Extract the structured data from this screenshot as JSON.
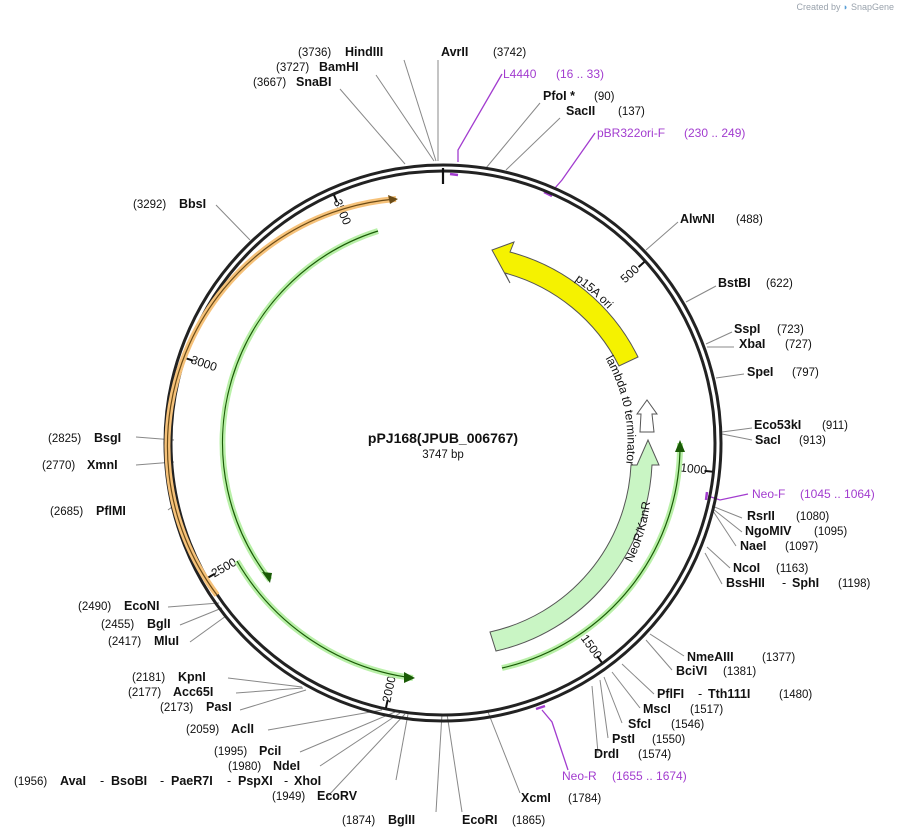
{
  "brand": {
    "prefix": "Created by",
    "name": "SnapGene"
  },
  "plasmid": {
    "name": "pPJ168(JPUB_006767)",
    "size_label": "3747 bp",
    "length": 3747
  },
  "colors": {
    "primer": "#a23ccf",
    "p15a": "#f5f200",
    "neo": "#c9f5c4",
    "amp": "#f6c27a",
    "green_track": "#b9f0a8",
    "terminator": "#ffffff"
  },
  "ticks": [
    {
      "bp": 500,
      "label": "500"
    },
    {
      "bp": 1000,
      "label": "1000"
    },
    {
      "bp": 1500,
      "label": "1500"
    },
    {
      "bp": 2000,
      "label": "2000"
    },
    {
      "bp": 2500,
      "label": "2500"
    },
    {
      "bp": 3000,
      "label": "3000"
    },
    {
      "bp": 3500,
      "label": "3500"
    }
  ],
  "features": [
    {
      "name": "p15A ori",
      "icon": "origin-arrow"
    },
    {
      "name": "lambda t0 terminator",
      "icon": "terminator-arrow"
    },
    {
      "name": "NeoR/KanR",
      "icon": "cds-arrow"
    }
  ],
  "sites": [
    {
      "name": "HindIII",
      "pos": "(3736)"
    },
    {
      "name": "AvrII",
      "pos": "(3742)"
    },
    {
      "name": "BamHI",
      "pos": "(3727)"
    },
    {
      "name": "SnaBI",
      "pos": "(3667)"
    },
    {
      "name": "PfoI *",
      "pos": "(90)"
    },
    {
      "name": "SacII",
      "pos": "(137)"
    },
    {
      "name": "AlwNI",
      "pos": "(488)"
    },
    {
      "name": "BstBI",
      "pos": "(622)"
    },
    {
      "name": "SspI",
      "pos": "(723)"
    },
    {
      "name": "XbaI",
      "pos": "(727)"
    },
    {
      "name": "SpeI",
      "pos": "(797)"
    },
    {
      "name": "Eco53kI",
      "pos": "(911)"
    },
    {
      "name": "SacI",
      "pos": "(913)"
    },
    {
      "name": "RsrII",
      "pos": "(1080)"
    },
    {
      "name": "NgoMIV",
      "pos": "(1095)"
    },
    {
      "name": "NaeI",
      "pos": "(1097)"
    },
    {
      "name": "NcoI",
      "pos": "(1163)"
    },
    {
      "name": "BssHII",
      "pos": ""
    },
    {
      "name": "SphI",
      "pos": "(1198)"
    },
    {
      "name": "NmeAIII",
      "pos": "(1377)"
    },
    {
      "name": "BciVI",
      "pos": "(1381)"
    },
    {
      "name": "PflFI",
      "pos": ""
    },
    {
      "name": "Tth111I",
      "pos": "(1480)"
    },
    {
      "name": "MscI",
      "pos": "(1517)"
    },
    {
      "name": "SfcI",
      "pos": "(1546)"
    },
    {
      "name": "PstI",
      "pos": "(1550)"
    },
    {
      "name": "DrdI",
      "pos": "(1574)"
    },
    {
      "name": "XcmI",
      "pos": "(1784)"
    },
    {
      "name": "EcoRI",
      "pos": "(1865)"
    },
    {
      "name": "BglII",
      "pos": "(1874)"
    },
    {
      "name": "EcoRV",
      "pos": "(1949)"
    },
    {
      "name": "AvaI",
      "pos": "(1956)"
    },
    {
      "name": "BsoBI",
      "pos": ""
    },
    {
      "name": "PaeR7I",
      "pos": ""
    },
    {
      "name": "PspXI",
      "pos": ""
    },
    {
      "name": "XhoI",
      "pos": ""
    },
    {
      "name": "NdeI",
      "pos": "(1980)"
    },
    {
      "name": "PciI",
      "pos": "(1995)"
    },
    {
      "name": "AclI",
      "pos": "(2059)"
    },
    {
      "name": "PasI",
      "pos": "(2173)"
    },
    {
      "name": "Acc65I",
      "pos": "(2177)"
    },
    {
      "name": "KpnI",
      "pos": "(2181)"
    },
    {
      "name": "MluI",
      "pos": "(2417)"
    },
    {
      "name": "BglI",
      "pos": "(2455)"
    },
    {
      "name": "EcoNI",
      "pos": "(2490)"
    },
    {
      "name": "PflMI",
      "pos": "(2685)"
    },
    {
      "name": "XmnI",
      "pos": "(2770)"
    },
    {
      "name": "BsgI",
      "pos": "(2825)"
    },
    {
      "name": "BbsI",
      "pos": "(3292)"
    }
  ],
  "primers": [
    {
      "name": "L4440",
      "range": "(16 .. 33)"
    },
    {
      "name": "pBR322ori-F",
      "range": "(230 .. 249)"
    },
    {
      "name": "Neo-F",
      "range": "(1045 .. 1064)"
    },
    {
      "name": "Neo-R",
      "range": "(1655 .. 1674)"
    }
  ],
  "separator": "-"
}
